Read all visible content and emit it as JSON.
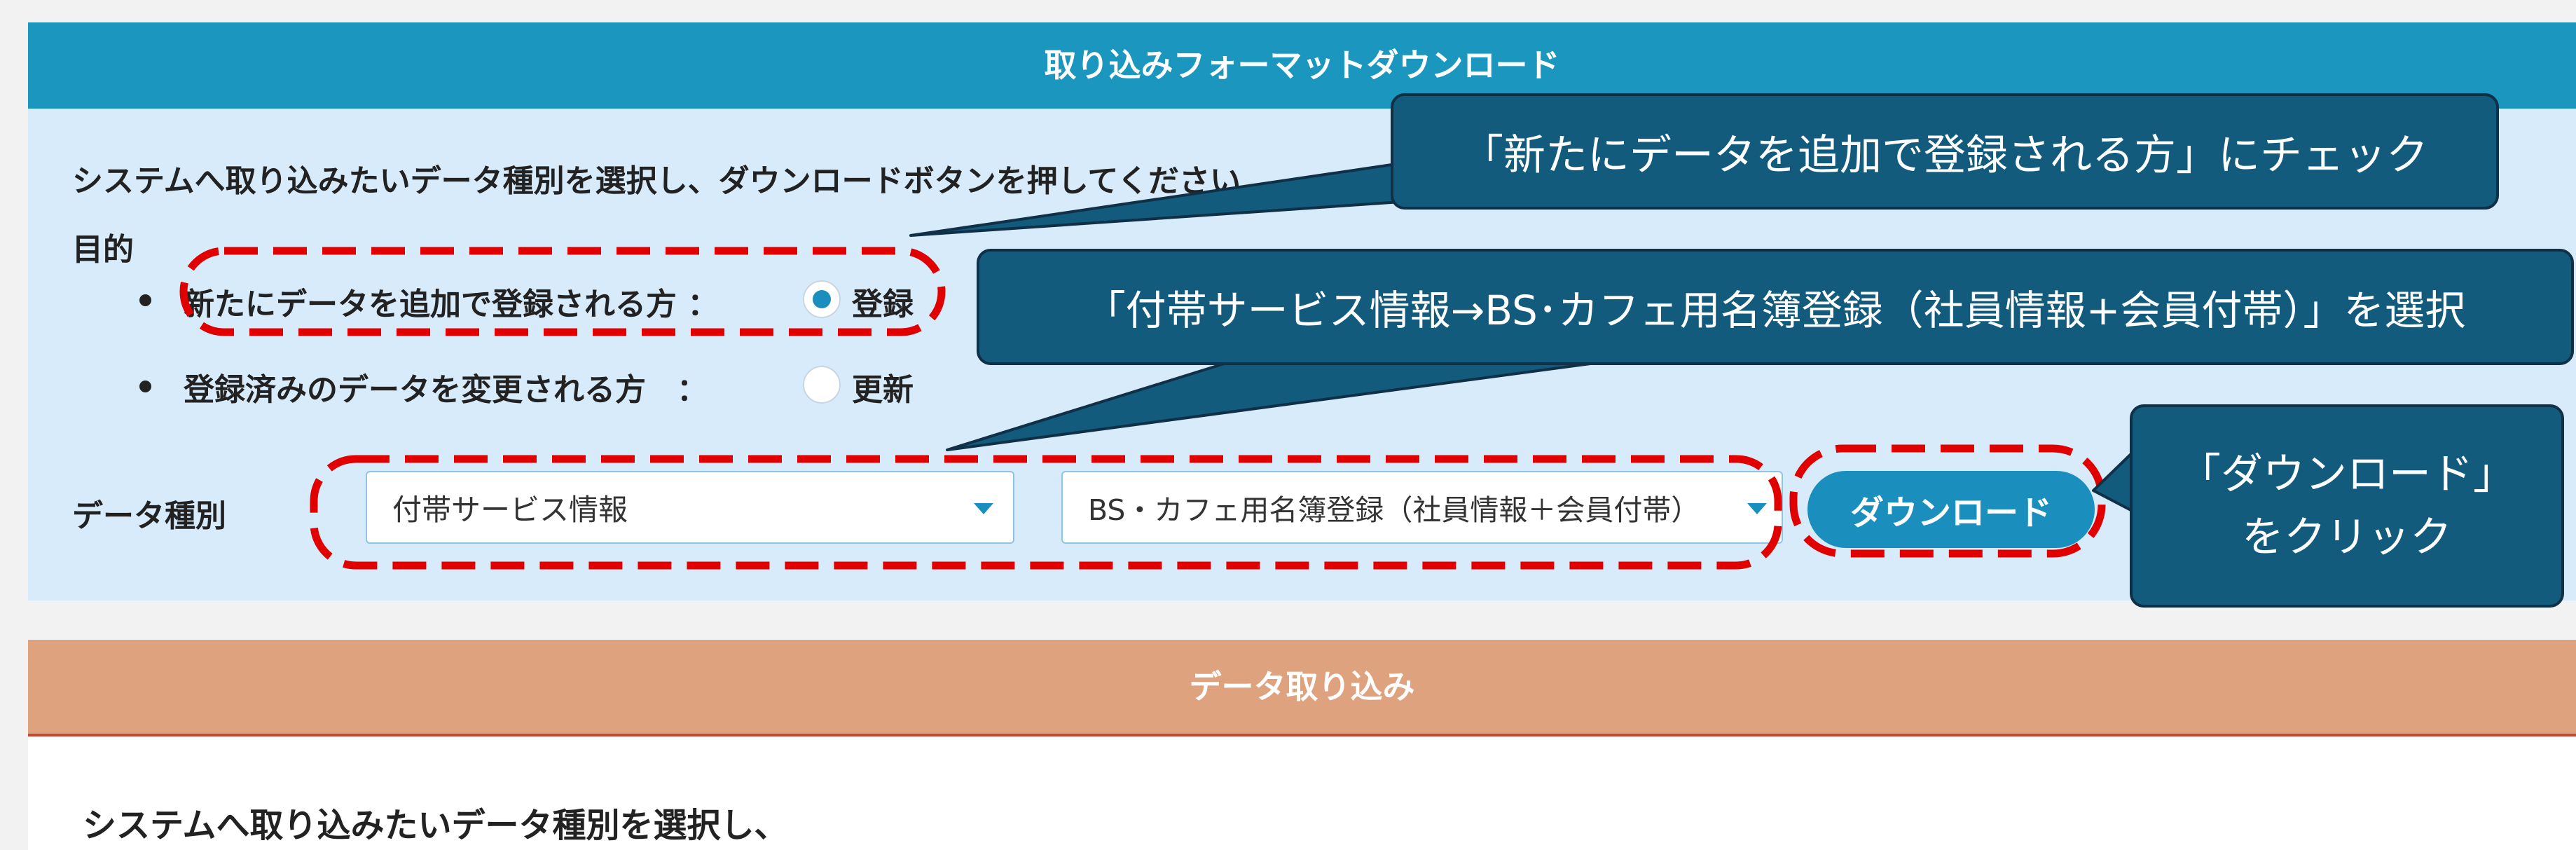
{
  "download_panel": {
    "title": "取り込みフォーマットダウンロード",
    "instruction": "システムへ取り込みたいデータ種別を選択し、ダウンロードボタンを押してください",
    "purpose_label": "目的",
    "options": [
      {
        "text": "新たにデータを追加で登録される方 ：",
        "radio_label": "登録",
        "selected": true
      },
      {
        "text": "登録済みのデータを変更される方　：",
        "radio_label": "更新",
        "selected": false
      }
    ],
    "data_type_label": "データ種別",
    "select1_value": "付帯サービス情報",
    "select2_value": "BS・カフェ用名簿登録（社員情報＋会員付帯）",
    "download_button": "ダウンロード"
  },
  "import_panel": {
    "title": "データ取り込み",
    "instruction": "システムへ取り込みたいデータ種別を選択し、"
  },
  "callouts": {
    "c1": "「新たにデータを追加で登録される方」にチェック",
    "c2": "「付帯サービス情報→BS･カフェ用名簿登録（社員情報+会員付帯）」を選択",
    "c3_line1": "「ダウンロード」",
    "c3_line2": "をクリック"
  },
  "colors": {
    "header_blue": "#1a96bf",
    "panel_blue": "#d7ebfb",
    "header_orange": "#dfa27f",
    "callout_bg": "#135b7c",
    "highlight_red": "#e00000"
  }
}
